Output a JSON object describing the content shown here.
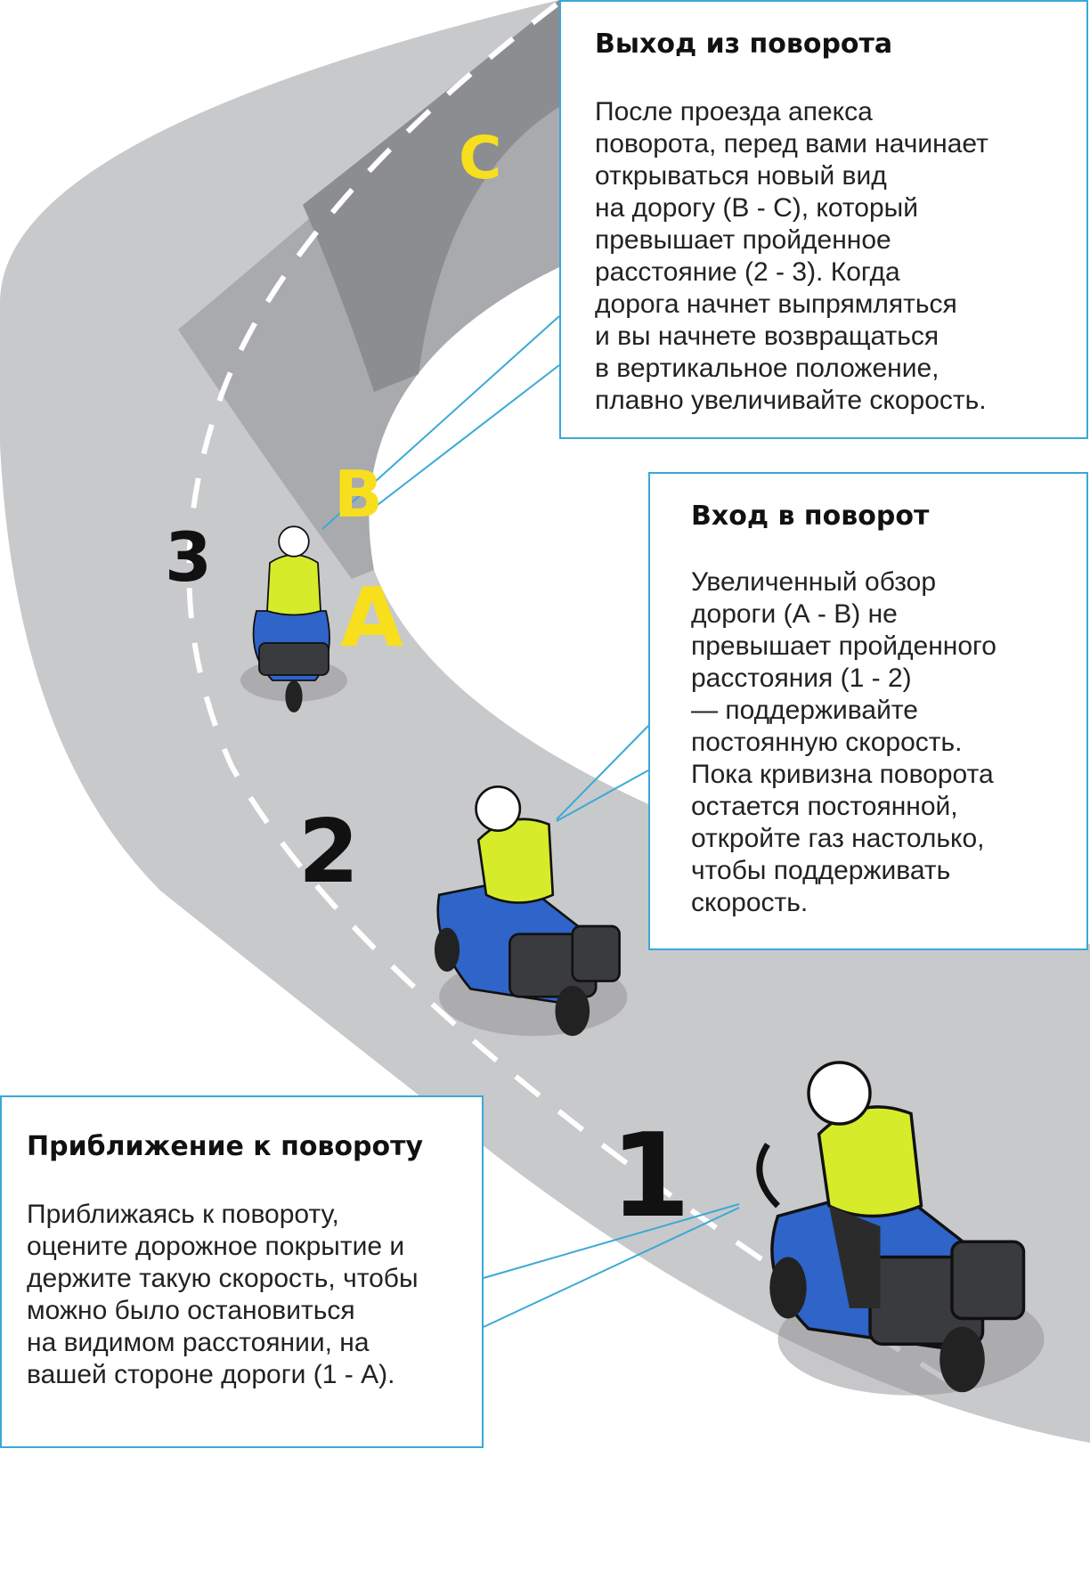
{
  "points": {
    "one": "1",
    "two": "2",
    "three": "3"
  },
  "letters": {
    "a": "A",
    "b": "B",
    "c": "C"
  },
  "callouts": {
    "exit": {
      "title": "Выход из поворота",
      "lines": [
        "После проезда апекса",
        "поворота, перед вами начинает",
        "открываться новый вид",
        "на дорогу (В - С), который",
        "превышает пройденное",
        "расстояние (2 - 3). Когда",
        "дорога начнет выпрямляться",
        "и вы начнете возвращаться",
        "в вертикальное положение,",
        "плавно увеличивайте скорость."
      ]
    },
    "entry": {
      "title": "Вход в поворот",
      "lines": [
        "Увеличенный обзор",
        "дороги (А - В) не",
        "превышает пройденного",
        "расстояния (1 - 2)",
        "— поддерживайте",
        "постоянную скорость.",
        "Пока кривизна поворота",
        "остается постоянной,",
        "откройте газ настолько,",
        "чтобы поддерживать",
        "скорость."
      ]
    },
    "approach": {
      "title": "Приближение к повороту",
      "lines": [
        "Приближаясь к повороту,",
        "оцените дорожное покрытие и",
        "держите такую скорость, чтобы",
        "можно было остановиться",
        "на видимом расстоянии, на",
        "вашей стороне дороги (1 - А)."
      ]
    }
  },
  "colors": {
    "road_light": "#c8c9cb",
    "road_mid": "#a9aaad",
    "road_dark": "#8c8d90",
    "lane_marking": "#ffffff",
    "letters": "#f7df1e",
    "callout_border": "#3aa9d6",
    "jacket": "#d6ec2a",
    "motorcycle": "#2f64c8",
    "luggage": "#3a3b3e"
  },
  "icons": [
    "motorcycle-rider-icon"
  ]
}
